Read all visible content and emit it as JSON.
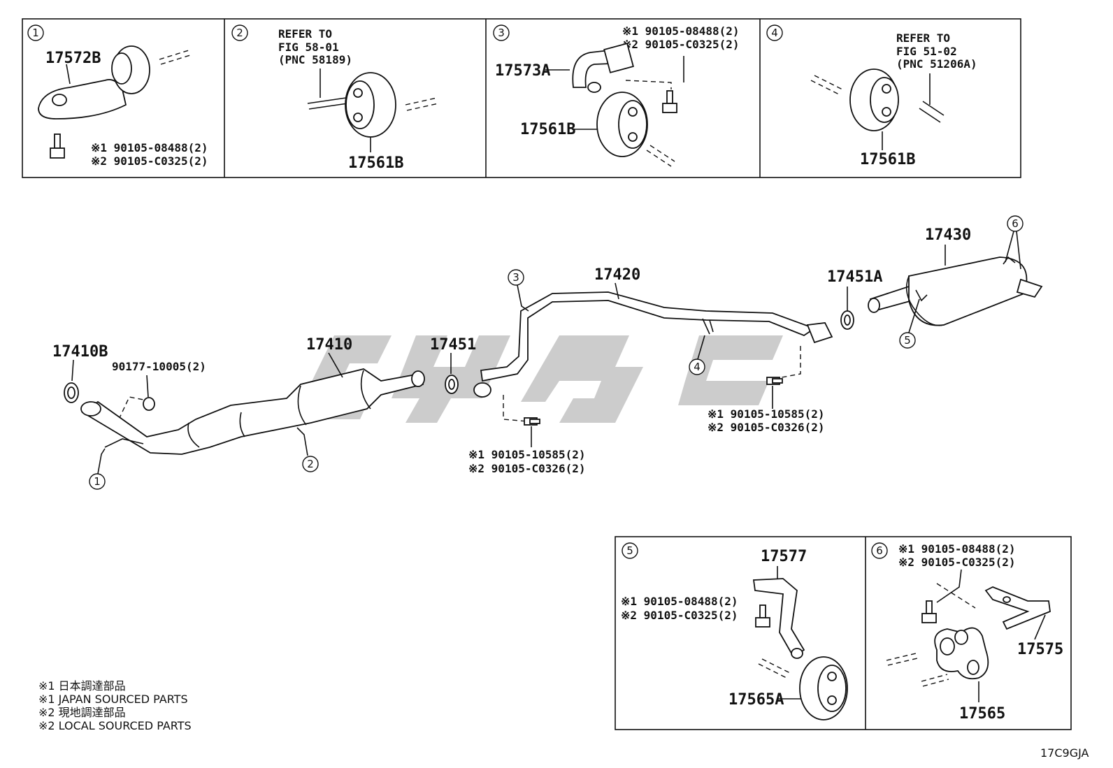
{
  "diagram": {
    "detail_boxes": [
      {
        "num": "1",
        "labels": {
          "pn": "17572B",
          "n1": "※1 90105-08488(2)",
          "n2": "※2 90105-C0325(2)"
        }
      },
      {
        "num": "2",
        "labels": {
          "ref1": "REFER TO",
          "ref2": "FIG 58-01",
          "ref3": "(PNC 58189)",
          "pn": "17561B"
        }
      },
      {
        "num": "3",
        "labels": {
          "n1": "※1 90105-08488(2)",
          "n2": "※2 90105-C0325(2)",
          "pn_a": "17573A",
          "pn_b": "17561B"
        }
      },
      {
        "num": "4",
        "labels": {
          "ref1": "REFER TO",
          "ref2": "FIG 51-02",
          "ref3": "(PNC 51206A)",
          "pn": "17561B"
        }
      },
      {
        "num": "5",
        "labels": {
          "pn_a": "17577",
          "n1": "※1 90105-08488(2)",
          "n2": "※2 90105-C0325(2)",
          "pn_b": "17565A"
        }
      },
      {
        "num": "6",
        "labels": {
          "n1": "※1 90105-08488(2)",
          "n2": "※2 90105-C0325(2)",
          "pn_a": "17575",
          "pn_b": "17565"
        }
      }
    ],
    "main": {
      "p17410B": "17410B",
      "p90177": "90177-10005(2)",
      "p17410": "17410",
      "p17451": "17451",
      "p17420": "17420",
      "p17430": "17430",
      "p17451A": "17451A",
      "bolt_a1": "※1 90105-10585(2)",
      "bolt_a2": "※2 90105-C0326(2)",
      "bolt_b1": "※1 90105-10585(2)",
      "bolt_b2": "※2 90105-C0326(2)"
    },
    "callouts": [
      "1",
      "2",
      "3",
      "4",
      "5",
      "6"
    ],
    "legend": [
      "※1  日本調達部品",
      "※1  JAPAN SOURCED PARTS",
      "※2  現地調達部品",
      "※2  LOCAL SOURCED PARTS"
    ],
    "figure_code": "17C9GJA"
  }
}
